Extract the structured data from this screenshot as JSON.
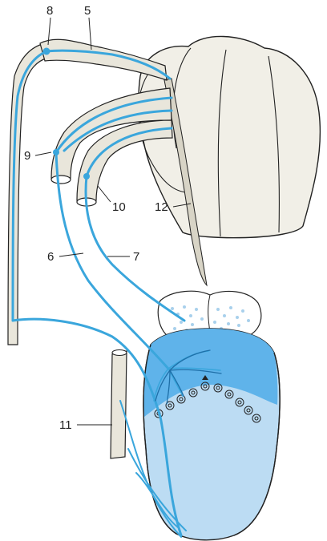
{
  "figure": {
    "labels": {
      "l5": "5",
      "l6": "6",
      "l7": "7",
      "l8": "8",
      "l9": "9",
      "l10": "10",
      "l11": "11",
      "l12": "12"
    }
  },
  "colors": {
    "nerve": "#3aa6dc",
    "nerve_sheath": "#e9e6db",
    "brain": "#f1efe7",
    "outline": "#222222",
    "tongue_front": "#bcdcf3",
    "tongue_back": "#5fb3ea",
    "epiglottis_dots": "#a8d0ec"
  }
}
